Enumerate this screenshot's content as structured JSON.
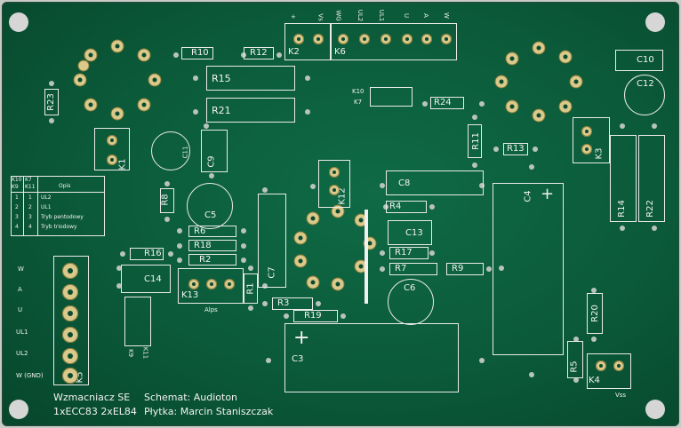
{
  "footer": {
    "title_line1": "Wzmacniacz SE",
    "title_line2": "1xECC83 2xEL84",
    "schematic_line": "Schemat: Audioton",
    "board_line": "Płytka: Marcin Staniszczak"
  },
  "connector_labels": {
    "top": [
      "+",
      "Vs",
      "WG",
      "UL2",
      "UL1",
      "U",
      "A",
      "W"
    ],
    "left": [
      "W",
      "A",
      "U",
      "UL1",
      "UL2",
      "W (GND)"
    ],
    "vss": "Vss",
    "alps": "Alps"
  },
  "table": {
    "headers": [
      "K10",
      "K7",
      "K9",
      "K11",
      "Opis"
    ],
    "rows": [
      [
        "1",
        "1",
        "UL2"
      ],
      [
        "2",
        "2",
        "UL1"
      ],
      [
        "3",
        "3",
        "Tryb pentodowy"
      ],
      [
        "4",
        "4",
        "Tryb triodowy"
      ]
    ]
  },
  "components": {
    "resistors": [
      "R10",
      "R12",
      "R15",
      "R21",
      "R23",
      "R24",
      "R11",
      "R13",
      "R8",
      "R6",
      "R18",
      "R2",
      "R16",
      "R1",
      "R3",
      "R19",
      "R4",
      "R17",
      "R7",
      "R9",
      "R14",
      "R22",
      "R20",
      "R5"
    ],
    "capacitors": [
      "C10",
      "C12",
      "C11",
      "C9",
      "C5",
      "C8",
      "C4",
      "C13",
      "C7",
      "C14",
      "C6",
      "C3"
    ],
    "connectors": [
      "K2",
      "K6",
      "K10",
      "K7",
      "K1",
      "K3",
      "K12",
      "K13",
      "K9",
      "K11",
      "K5",
      "K4"
    ]
  }
}
